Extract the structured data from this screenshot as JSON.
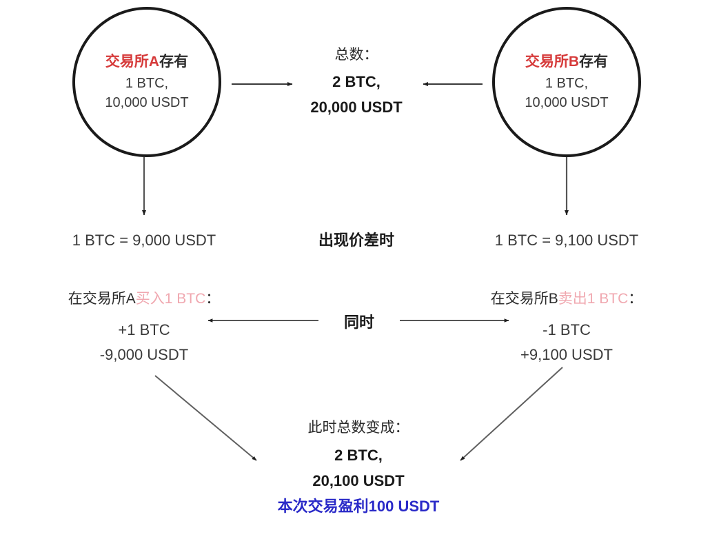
{
  "diagram": {
    "title_alt": "交易所套利示意图",
    "colors": {
      "accent_red": "#d63a3a",
      "accent_pink": "#f0a8b0",
      "profit_blue": "#2a2ac8",
      "stroke": "#1a1a1a",
      "text": "#2b2b2b",
      "background": "#ffffff"
    }
  },
  "exchange_a": {
    "title_accent": "交易所A",
    "title_plain": "存有",
    "line_btc": "1 BTC,",
    "line_usdt": "10,000 USDT"
  },
  "exchange_b": {
    "title_accent": "交易所B",
    "title_plain": "存有",
    "line_btc": "1 BTC,",
    "line_usdt": "10,000 USDT"
  },
  "total_top": {
    "label": "总数：",
    "line_btc": "2 BTC,",
    "line_usdt": "20,000 USDT"
  },
  "prices": {
    "left": "1 BTC = 9,000 USDT",
    "right": "1 BTC = 9,100 USDT",
    "middle_label": "出现价差时"
  },
  "trade_left": {
    "heading_plain": "在交易所A",
    "heading_accent": "买入1 BTC",
    "heading_colon": "：",
    "line_btc": "+1 BTC",
    "line_usdt": "-9,000 USDT"
  },
  "trade_right": {
    "heading_plain": "在交易所B",
    "heading_accent": "卖出1 BTC",
    "heading_colon": "：",
    "line_btc": "-1 BTC",
    "line_usdt": "+9,100 USDT"
  },
  "simultaneous": {
    "label": "同时"
  },
  "total_bottom": {
    "label": "此时总数变成：",
    "line_btc": "2 BTC,",
    "line_usdt": "20,100 USDT",
    "profit": "本次交易盈利100 USDT"
  },
  "icons": {
    "arrow_right": "arrow-right-icon",
    "arrow_left": "arrow-left-icon",
    "arrow_down": "arrow-down-icon",
    "arrow_diagonal": "arrow-diagonal-icon"
  }
}
